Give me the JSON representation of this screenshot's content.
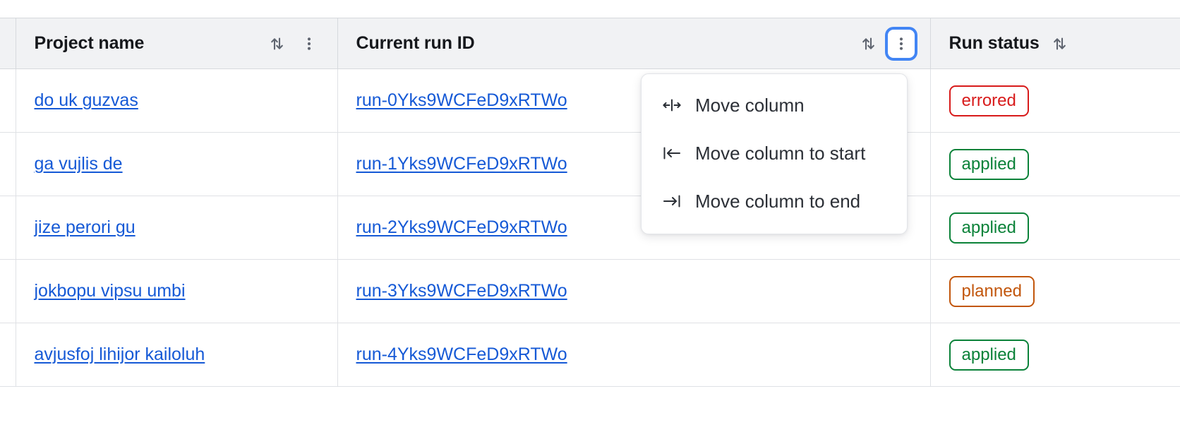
{
  "table": {
    "columns": [
      {
        "id": "project-name",
        "label": "Project name",
        "sort_icon": "sort-arrows-icon",
        "menu_icon": "kebab-menu-icon",
        "has_menu_button": true,
        "menu_focused": false
      },
      {
        "id": "current-run-id",
        "label": "Current run ID",
        "sort_icon": "sort-arrows-icon",
        "menu_icon": "kebab-menu-icon",
        "has_menu_button": true,
        "menu_focused": true
      },
      {
        "id": "run-status",
        "label": "Run status",
        "sort_icon": "sort-arrows-icon",
        "menu_icon": "kebab-menu-icon",
        "has_menu_button": false,
        "menu_focused": false
      }
    ],
    "rows": [
      {
        "project_name": "do uk guzvas",
        "run_id": "run-0Yks9WCFeD9xRTWo",
        "run_status": "errored",
        "status_kind": "errored"
      },
      {
        "project_name": "ga vujlis de",
        "run_id": "run-1Yks9WCFeD9xRTWo",
        "run_status": "applied",
        "status_kind": "applied"
      },
      {
        "project_name": "jize perori gu",
        "run_id": "run-2Yks9WCFeD9xRTWo",
        "run_status": "applied",
        "status_kind": "applied"
      },
      {
        "project_name": "jokbopu vipsu umbi",
        "run_id": "run-3Yks9WCFeD9xRTWo",
        "run_status": "planned",
        "status_kind": "planned"
      },
      {
        "project_name": "avjusfoj lihijor kailoluh",
        "run_id": "run-4Yks9WCFeD9xRTWo",
        "run_status": "applied",
        "status_kind": "applied"
      }
    ]
  },
  "column_menu": {
    "open_for_column": "Current run ID",
    "items": [
      {
        "label": "Move column",
        "icon": "move-column-icon"
      },
      {
        "label": "Move column to start",
        "icon": "move-to-start-icon"
      },
      {
        "label": "Move column to end",
        "icon": "move-to-end-icon"
      }
    ]
  },
  "colors": {
    "link": "#1559d6",
    "status_errored": "#d81b1b",
    "status_applied": "#0b8239",
    "status_planned": "#c2560c",
    "focus_ring": "#4285f4",
    "header_background": "#f1f2f4"
  }
}
